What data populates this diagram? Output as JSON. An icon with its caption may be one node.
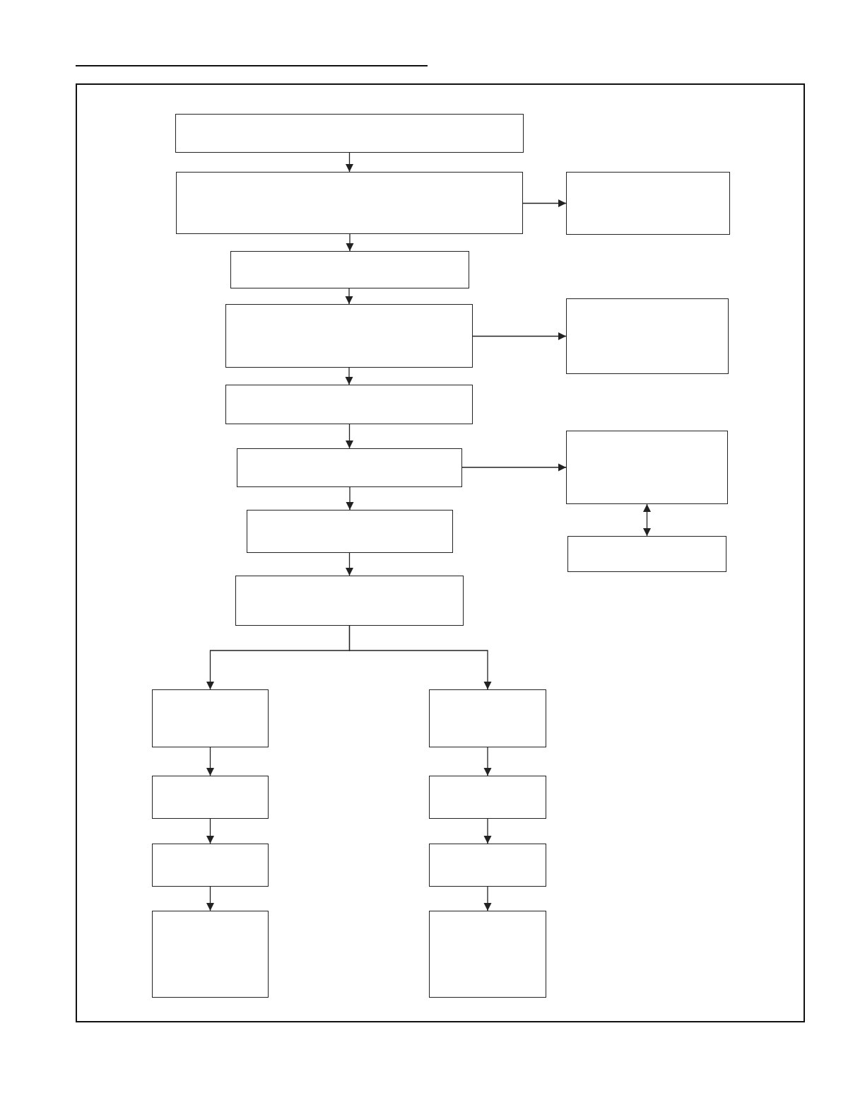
{
  "diagram": {
    "nodes": [
      {
        "text": [],
        "shape": "box"
      },
      {
        "text": [],
        "shape": "box"
      },
      {
        "text": [],
        "shape": "box"
      },
      {
        "text": [],
        "shape": "box"
      },
      {
        "text": [],
        "shape": "box"
      },
      {
        "text": [],
        "shape": "box"
      },
      {
        "text": [],
        "shape": "box"
      },
      {
        "text": [],
        "shape": "box"
      },
      {
        "text": [],
        "shape": "box"
      },
      {
        "text": [],
        "shape": "box"
      },
      {
        "text": [],
        "shape": "box"
      },
      {
        "text": [],
        "shape": "box"
      },
      {
        "text": [],
        "shape": "box"
      },
      {
        "text": [],
        "shape": "box"
      },
      {
        "text": [],
        "shape": "box"
      },
      {
        "text": [],
        "shape": "box"
      },
      {
        "text": [],
        "shape": "box"
      },
      {
        "text": [],
        "shape": "box"
      },
      {
        "text": [],
        "shape": "box"
      },
      {
        "text": [],
        "shape": "box"
      }
    ],
    "edges": [
      {
        "from": 0,
        "to": 1,
        "arrow": "to"
      },
      {
        "from": 1,
        "to": 2,
        "arrow": "to"
      },
      {
        "from": 1,
        "to": 3,
        "arrow": "to"
      },
      {
        "from": 3,
        "to": 4,
        "arrow": "to"
      },
      {
        "from": 4,
        "to": 5,
        "arrow": "to"
      },
      {
        "from": 4,
        "to": 6,
        "arrow": "to"
      },
      {
        "from": 6,
        "to": 7,
        "arrow": "to"
      },
      {
        "from": 7,
        "to": 8,
        "arrow": "to"
      },
      {
        "from": 8,
        "to": 11,
        "arrow": "both"
      },
      {
        "from": 7,
        "to": 9,
        "arrow": "to"
      },
      {
        "from": 9,
        "to": 10,
        "arrow": "to"
      },
      {
        "from": 10,
        "to": 12,
        "arrow": "to"
      },
      {
        "from": 10,
        "to": 13,
        "arrow": "to"
      },
      {
        "from": 12,
        "to": 14,
        "arrow": "to"
      },
      {
        "from": 14,
        "to": 16,
        "arrow": "to"
      },
      {
        "from": 16,
        "to": 18,
        "arrow": "to"
      },
      {
        "from": 13,
        "to": 15,
        "arrow": "to"
      },
      {
        "from": 15,
        "to": 17,
        "arrow": "to"
      },
      {
        "from": 17,
        "to": 19,
        "arrow": "to"
      }
    ]
  }
}
